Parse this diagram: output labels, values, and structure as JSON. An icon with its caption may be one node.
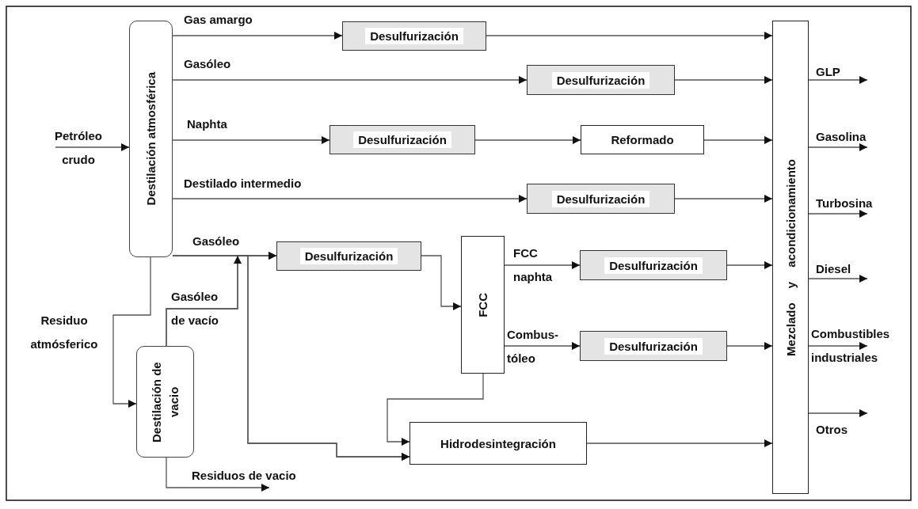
{
  "diagram": {
    "nodes": [
      {
        "text": [
          "Destilación atmosférica"
        ]
      },
      {
        "text": [
          "Desulfurización"
        ]
      },
      {
        "text": [
          "Desulfurización"
        ]
      },
      {
        "text": [
          "Desulfurización"
        ]
      },
      {
        "text": [
          "Reformado"
        ]
      },
      {
        "text": [
          "Desulfurización"
        ]
      },
      {
        "text": [
          "Desulfurización"
        ]
      },
      {
        "text": [
          "FCC"
        ]
      },
      {
        "text": [
          "Desulfurización"
        ]
      },
      {
        "text": [
          "Desulfurización"
        ]
      },
      {
        "text": [
          "Hidrodesintegración"
        ]
      },
      {
        "text": [
          "Mezclado y acondicionamiento"
        ]
      },
      {
        "text": [
          "Destilación de vacio"
        ]
      }
    ],
    "edges": [
      {
        "from": null,
        "to": 0,
        "arrow": "to",
        "label": "Petróleo crudo"
      },
      {
        "from": 0,
        "to": 1,
        "arrow": "to",
        "label": "Gas amargo"
      },
      {
        "from": 1,
        "to": 11,
        "arrow": "to"
      },
      {
        "from": 0,
        "to": 2,
        "arrow": "to",
        "label": "Gasóleo"
      },
      {
        "from": 2,
        "to": 11,
        "arrow": "to"
      },
      {
        "from": 0,
        "to": 3,
        "arrow": "to",
        "label": "Naphta"
      },
      {
        "from": 3,
        "to": 4,
        "arrow": "to"
      },
      {
        "from": 4,
        "to": 11,
        "arrow": "to"
      },
      {
        "from": 0,
        "to": 5,
        "arrow": "to",
        "label": "Destilado intermedio"
      },
      {
        "from": 5,
        "to": 11,
        "arrow": "to"
      },
      {
        "from": 0,
        "to": 6,
        "arrow": "to",
        "label": "Gasóleo"
      },
      {
        "from": 0,
        "to": 10,
        "arrow": "to"
      },
      {
        "from": 0,
        "to": 12,
        "arrow": "to",
        "label": "Residuo atmósferico"
      },
      {
        "from": 12,
        "to": 6,
        "arrow": "to",
        "label": "Gasóleo de vacío"
      },
      {
        "from": 12,
        "to": 10,
        "arrow": "to"
      },
      {
        "from": 12,
        "to": null,
        "arrow": "to",
        "label": "Residuos de vacio"
      },
      {
        "from": 6,
        "to": 7,
        "arrow": "to"
      },
      {
        "from": 7,
        "to": 8,
        "arrow": "to",
        "label": "FCC naphta"
      },
      {
        "from": 7,
        "to": 9,
        "arrow": "to",
        "label": "Combus- tóleo"
      },
      {
        "from": 7,
        "to": 10,
        "arrow": "to"
      },
      {
        "from": 8,
        "to": 11,
        "arrow": "to"
      },
      {
        "from": 9,
        "to": 11,
        "arrow": "to"
      },
      {
        "from": 10,
        "to": 11,
        "arrow": "to"
      },
      {
        "from": 11,
        "to": null,
        "arrow": "to",
        "label": "GLP"
      },
      {
        "from": 11,
        "to": null,
        "arrow": "to",
        "label": "Gasolina"
      },
      {
        "from": 11,
        "to": null,
        "arrow": "to",
        "label": "Turbosina"
      },
      {
        "from": 11,
        "to": null,
        "arrow": "to",
        "label": "Diesel"
      },
      {
        "from": 11,
        "to": null,
        "arrow": "to",
        "label": "Combustibles industriales"
      },
      {
        "from": 11,
        "to": null,
        "arrow": "to",
        "label": "Otros"
      }
    ]
  }
}
